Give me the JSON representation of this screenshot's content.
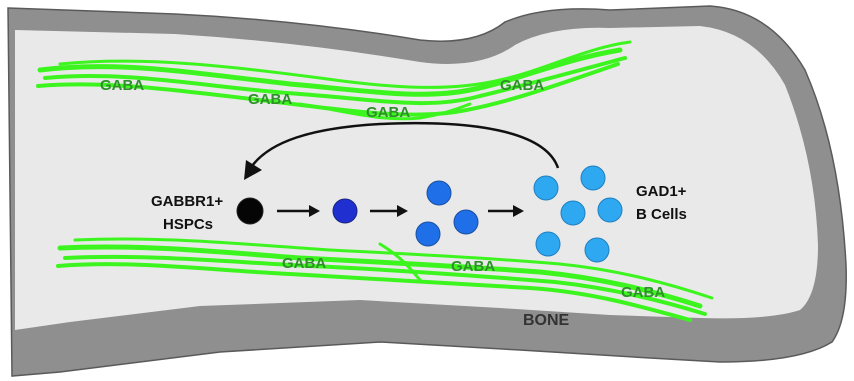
{
  "labels": {
    "gaba": [
      "GABA",
      "GABA",
      "GABA",
      "GABA",
      "GABA",
      "GABA",
      "GABA"
    ],
    "hspc_line1": "GABBR1+",
    "hspc_line2": "HSPCs",
    "bcell_line1": "GAD1+",
    "bcell_line2": "B Cells",
    "bone": "BONE"
  },
  "colors": {
    "bone": "#8f8f8f",
    "bone_outline": "#5a5a5a",
    "marrow": "#e9e9e9",
    "fiber": "#3df51e",
    "gaba_text": "#2f8f2a",
    "hspc": "#050505",
    "progenitor": "#1f2fd0",
    "intermediate": "#1f6fe8",
    "bcell": "#2fa8f2"
  }
}
